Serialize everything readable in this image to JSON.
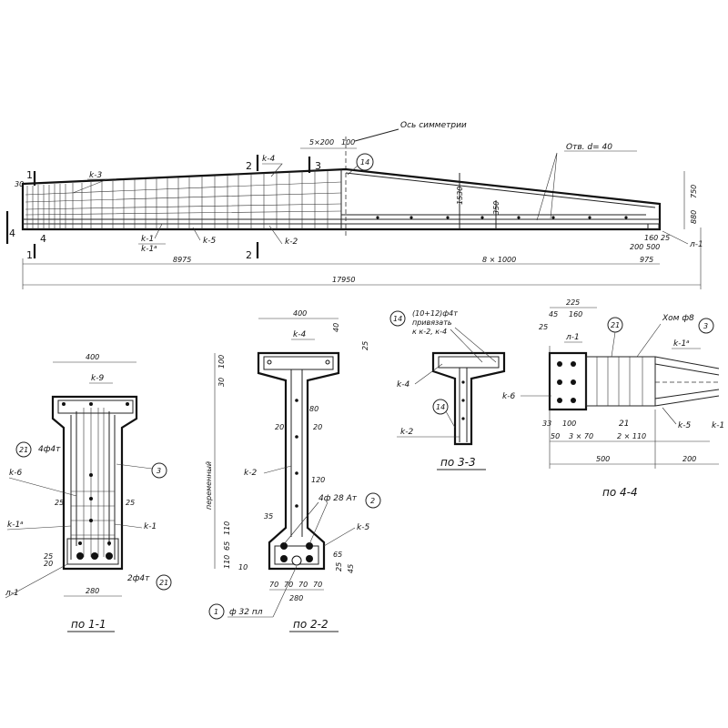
{
  "elevation": {
    "axis_label": "Ось симметрии",
    "opening_label": "Отв. d= 40",
    "labels": {
      "k3": "k-3",
      "k4": "k-4",
      "k1": "k-1",
      "k1a": "k-1ᵃ",
      "k5": "k-5",
      "k2": "k-2",
      "l1": "л-1"
    },
    "section_marks": {
      "s1": "1",
      "s2": "2",
      "s3": "3",
      "s4": "4"
    },
    "callout_14": "14",
    "dims": {
      "top_5x200": "5×200",
      "top_100": "100",
      "d30": "30",
      "h1530": "1530",
      "h350": "350",
      "h750": "750",
      "h880": "880",
      "d160": "160",
      "d25": "25",
      "d200": "200",
      "d500": "500",
      "len_8975": "8975",
      "len_8x1000": "8 × 1000",
      "len_975": "975",
      "total_17950": "17950"
    }
  },
  "section_1_1": {
    "title": "по 1-1",
    "labels": {
      "k9": "k-9",
      "bars_4f4": "4ф4т",
      "k6": "k-6",
      "k1a": "k-1ᵃ",
      "k1": "k-1",
      "l1": "л-1",
      "bars_2f4": "2ф4т"
    },
    "callouts": {
      "c21a": "21",
      "c3": "3",
      "c21b": "21"
    },
    "dims": {
      "w400": "400",
      "d25a": "25",
      "d25b": "25",
      "d25c": "25",
      "d20": "20",
      "w280": "280"
    }
  },
  "section_2_2": {
    "title": "по 2-2",
    "vertical_label": "переменный",
    "labels": {
      "k4": "k-4",
      "k2": "k-2",
      "k5": "k-5",
      "bars_4f28": "4ф 28 Ат",
      "bars_f32": "ф 32 пл"
    },
    "callouts": {
      "c2": "2",
      "c1": "1"
    },
    "dims": {
      "w400": "400",
      "d40": "40",
      "d25": "25",
      "d30": "30",
      "d100": "100",
      "d80": "80",
      "d20a": "20",
      "d20b": "20",
      "d120": "120",
      "d35": "35",
      "d110a": "110",
      "d65a": "65",
      "d110b": "110",
      "d10": "10",
      "d65b": "65",
      "d25b": "25",
      "d45": "45",
      "d70a": "70",
      "d70b": "70",
      "d70c": "70",
      "d70d": "70",
      "w280": "280"
    }
  },
  "section_3_3": {
    "title": "по 3-3",
    "callout_14": "14",
    "note_line1": "(10+12)ф4т",
    "note_line2": "привязать",
    "note_line3": "к к-2, к-4",
    "labels": {
      "k4": "k-4",
      "k2": "k-2"
    },
    "callout_14b": "14"
  },
  "section_4_4": {
    "title": "по 4-4",
    "labels": {
      "l1": "л-1",
      "k1a": "k-1ᵃ",
      "k6": "k-6",
      "k5": "k-5",
      "k1": "k-1",
      "bar_f8": "Хом ф8"
    },
    "callouts": {
      "c21": "21",
      "c3": "3",
      "c21b": "21"
    },
    "dims": {
      "w225": "225",
      "d45": "45",
      "d160": "160",
      "d25": "25",
      "d33": "33",
      "d100": "100",
      "d50": "50",
      "d3x70": "3 × 70",
      "d2x110": "2 × 110",
      "w500": "500",
      "w200": "200"
    }
  }
}
